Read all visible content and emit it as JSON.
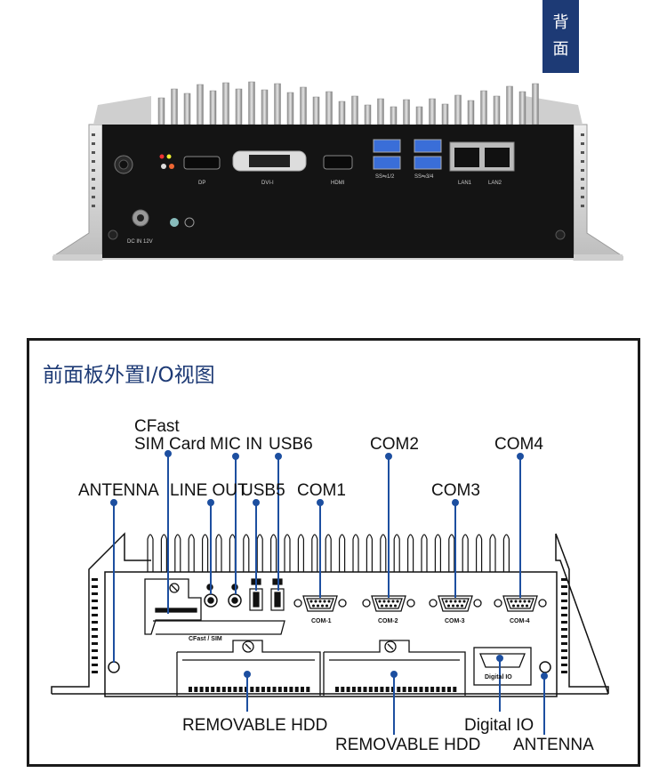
{
  "badge": {
    "line1": "背",
    "line2": "面"
  },
  "photo": {
    "port_labels": [
      "DP",
      "DVI-I",
      "HDMI",
      "SS⇋1/2",
      "SS⇋3/4",
      "LAN1",
      "LAN2",
      "DC IN 12V"
    ]
  },
  "diagram": {
    "title": "前面板外置I/O视图",
    "callouts": {
      "cfast_line1": "CFast",
      "cfast_line2": "SIM Card",
      "mic_in": "MIC IN",
      "usb6": "USB6",
      "com2": "COM2",
      "com4": "COM4",
      "antenna_top": "ANTENNA",
      "line_out": "LINE OUT",
      "usb5": "USB5",
      "com1": "COM1",
      "com3": "COM3",
      "removable_hdd_1": "REMOVABLE HDD",
      "removable_hdd_2": "REMOVABLE HDD",
      "digital_io": "Digital IO",
      "antenna_bottom": "ANTENNA"
    },
    "panel_labels": {
      "cfast_sim": "CFast / SIM",
      "com1": "COM-1",
      "com2": "COM-2",
      "com3": "COM-3",
      "com4": "COM-4",
      "digital_io": "Digital IO"
    }
  },
  "colors": {
    "accent": "#1d3a75",
    "leader": "#1d4fa0"
  }
}
